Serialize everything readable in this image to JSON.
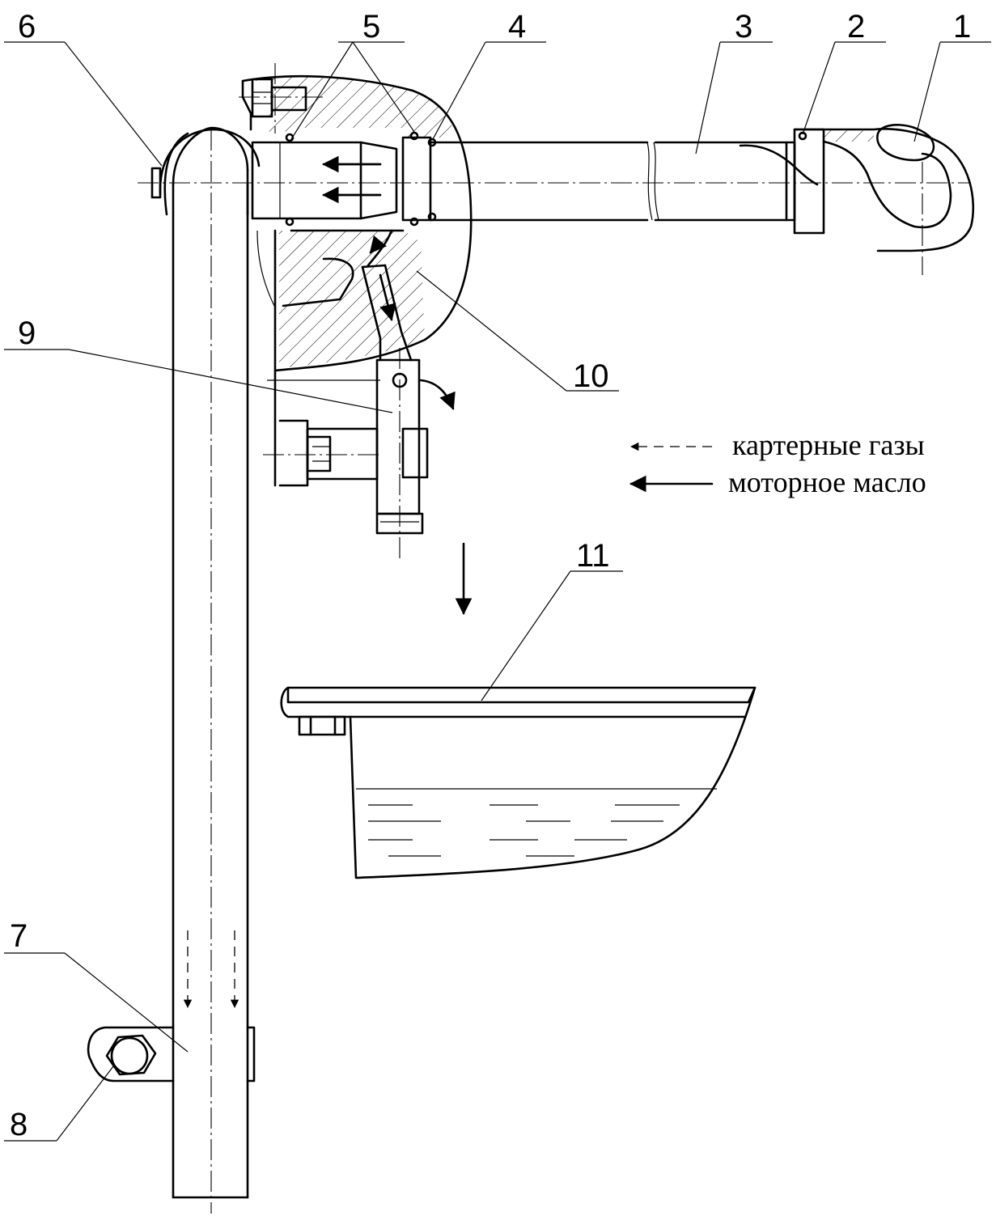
{
  "callouts": [
    "1",
    "2",
    "3",
    "4",
    "5",
    "6",
    "7",
    "8",
    "9",
    "10",
    "11"
  ],
  "legend": {
    "gases": "картерные газы",
    "oil": "моторное масло"
  }
}
